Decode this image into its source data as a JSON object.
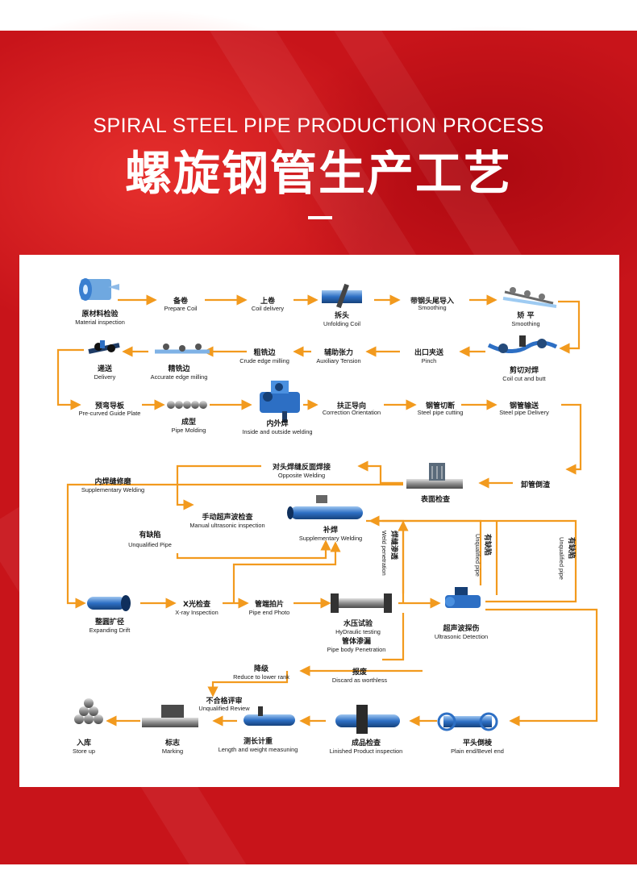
{
  "header": {
    "title_en": "SPIRAL STEEL PIPE PRODUCTION PROCESS",
    "title_cn": "螺旋钢管生产工艺"
  },
  "colors": {
    "background": "#c8141a",
    "panel": "#ffffff",
    "flow_arrow": "#f29a1e",
    "equipment_blue": "#3a7fd0"
  },
  "process": {
    "material_inspection": {
      "cn": "原材料检验",
      "en": "Material inspection",
      "icon": "coil-icon"
    },
    "prepare_coil": {
      "cn": "备卷",
      "en": "Prepare    Coil"
    },
    "coil_delivery": {
      "cn": "上卷",
      "en": "Coil    delivery"
    },
    "unfolding_coil": {
      "cn": "拆头",
      "en": "Unfolding Coil",
      "icon": "uncoiler-icon"
    },
    "smoothing_1": {
      "cn": "带钢头尾导入",
      "en": "Smoothing"
    },
    "smoothing_2": {
      "cn": "矫 平",
      "en": "Smoothing",
      "icon": "leveler-icon"
    },
    "coil_cut_butt": {
      "cn": "剪切对焊",
      "en": "Coil cut and butt",
      "icon": "shear-icon"
    },
    "pinch": {
      "cn": "出口夹送",
      "en": "Pinch"
    },
    "auxiliary_tension": {
      "cn": "辅助张力",
      "en": "Auxiliary Tension"
    },
    "crude_edge_milling": {
      "cn": "粗铣边",
      "en": "Crude edge milling"
    },
    "accurate_edge_milling": {
      "cn": "精铣边",
      "en": "Accurate edge milling",
      "icon": "edge-mill-icon"
    },
    "delivery": {
      "cn": "递送",
      "en": "Delivery",
      "icon": "delivery-roller-icon"
    },
    "pre_curved": {
      "cn": "预弯导板",
      "en": "Pre-curved Guide Plate"
    },
    "pipe_molding": {
      "cn": "成型",
      "en": "Pipe Molding",
      "icon": "molding-rollers-icon"
    },
    "in_out_welding": {
      "cn": "内外焊",
      "en": "Inside and outside welding",
      "icon": "welding-machine-icon"
    },
    "correction_orientation": {
      "cn": "扶正导向",
      "en": "Correction Orientation"
    },
    "pipe_cutting": {
      "cn": "钢管切断",
      "en": "Steel pipe cutting"
    },
    "pipe_delivery": {
      "cn": "钢管输送",
      "en": "Steel pipe Delivery"
    },
    "unloading": {
      "cn": "卸管倒渣"
    },
    "surface_inspection": {
      "cn": "表面检查",
      "icon": "surface-inspection-icon"
    },
    "opposite_welding": {
      "cn": "对头焊缝反面焊接",
      "en": "Opposite Welding"
    },
    "supplementary_welding_inner": {
      "cn": "内焊缝修磨",
      "en": "Supplementary Welding"
    },
    "manual_ultrasonic": {
      "cn": "手动超声波检查",
      "en": "Manual ultrasonic inspection"
    },
    "supplementary_welding": {
      "cn": "补焊",
      "en": "Supplementary Welding",
      "icon": "repair-pipe-icon"
    },
    "unqualified_1": {
      "cn": "有缺陷",
      "en": "Unqualified Pipe"
    },
    "weld_penetration": {
      "cn": "焊缝渗透",
      "en": "Weld penetration"
    },
    "unqualified_2": {
      "cn": "有缺陷",
      "en": "Unqualified pipe"
    },
    "unqualified_3": {
      "cn": "有缺陷",
      "en": "Unqualified pipe"
    },
    "expanding_drift": {
      "cn": "整圆扩径",
      "en": "Expanding Drift",
      "icon": "expander-icon"
    },
    "xray": {
      "cn": "X光检查",
      "en": "X-ray Inspection"
    },
    "pipe_end_photo": {
      "cn": "管端拍片",
      "en": "Pipe end Photo"
    },
    "hydraulic_testing": {
      "cn": "水压试验",
      "en": "HyDraulic testing",
      "icon": "hydro-tester-icon"
    },
    "ultrasonic_detection": {
      "cn": "超声波探伤",
      "en": "Ultrasonic Detection",
      "icon": "ultrasonic-icon"
    },
    "pipe_body_penetration": {
      "cn": "管体渗漏",
      "en": "Pipe body Penetration"
    },
    "reduce_rank": {
      "cn": "降级",
      "en": "Reduce to lower rank"
    },
    "discard": {
      "cn": "报废",
      "en": "Discard as worthless"
    },
    "unqualified_review": {
      "cn": "不合格评审",
      "en": "Unqualified Review"
    },
    "store_up": {
      "cn": "入库",
      "en": "Store up",
      "icon": "pipe-bundle-icon"
    },
    "marking": {
      "cn": "标志",
      "en": "Marking",
      "icon": "marking-icon"
    },
    "length_weight": {
      "cn": "测长计重",
      "en": "Length and weight measuning",
      "icon": "measuring-icon"
    },
    "finished_inspection": {
      "cn": "成品检查",
      "en": "Linished Product inspection",
      "icon": "finished-pipe-icon"
    },
    "bevel_end": {
      "cn": "平头倒棱",
      "en": "Plain end/Bevel end",
      "icon": "bevel-machine-icon"
    }
  }
}
